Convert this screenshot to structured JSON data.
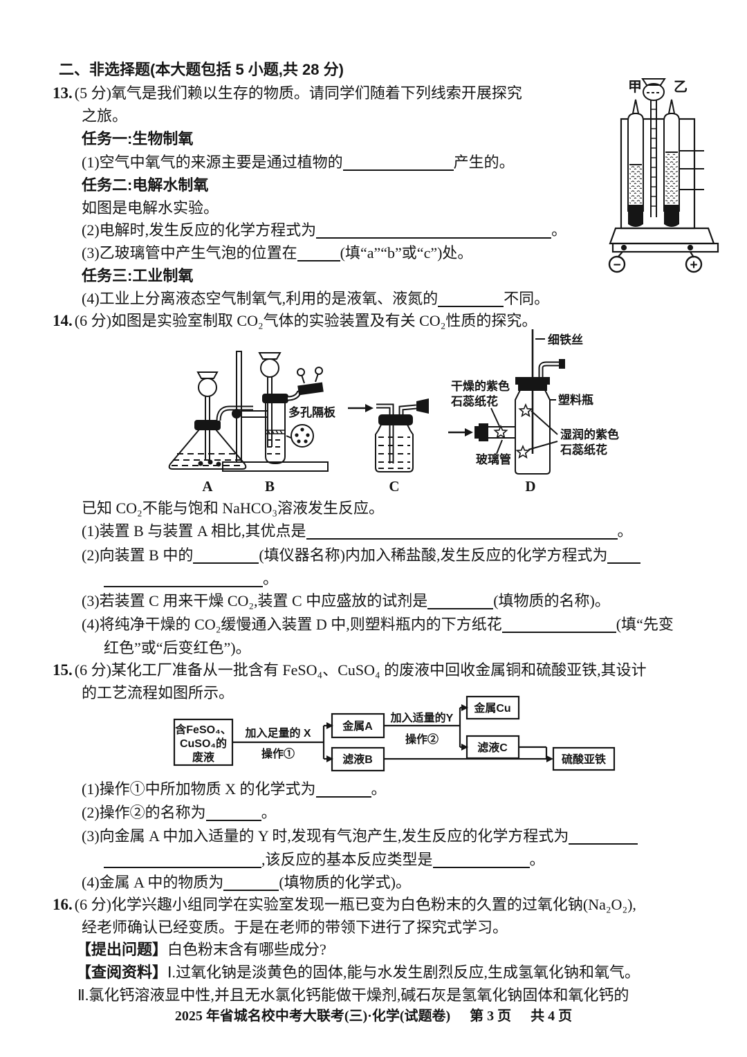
{
  "section": {
    "header": "二、非选择题(本大题包括 5 小题,共 28 分)"
  },
  "q13": {
    "num": "13.",
    "intro1": "(5 分)氧气是我们赖以生存的物质。请同学们随着下列线索开展探究",
    "intro2": "之旅。",
    "task1": "任务一:生物制氧",
    "p1_pre": "(1)空气中氧气的来源主要是通过植物的",
    "p1_post": "产生的。",
    "task2": "任务二:电解水制氧",
    "note": "如图是电解水实验。",
    "p2_pre": "(2)电解时,发生反应的化学方程式为",
    "p2_post": "。",
    "p3_pre": "(3)乙玻璃管中产生气泡的位置在",
    "p3_post": "(填“a”“b”或“c”)处。",
    "task3": "任务三:工业制氧",
    "p4_pre": "(4)工业上分离液态空气制氧气,利用的是液氧、液氮的",
    "p4_post": "不同。",
    "diagram": {
      "jia": "甲",
      "yi": "乙",
      "minus": "−",
      "plus": "+"
    }
  },
  "q14": {
    "num": "14.",
    "intro": "(6 分)如图是实验室制取 CO₂气体的实验装置及有关 CO₂性质的探究。",
    "fig": {
      "label_a": "A",
      "label_b": "B",
      "label_c": "C",
      "label_d": "D",
      "porous": "多孔隔板",
      "iron_wire": "细铁丝",
      "dry1": "干燥的紫色",
      "dry2": "石蕊纸花",
      "bottle": "塑料瓶",
      "wet1": "湿润的紫色",
      "wet2": "石蕊纸花",
      "glass": "玻璃管"
    },
    "known": "已知 CO₂不能与饱和 NaHCO₃溶液发生反应。",
    "p1_pre": "(1)装置 B 与装置 A 相比,其优点是",
    "p1_post": "。",
    "p2_pre": "(2)向装置 B 中的",
    "p2_mid": "(填仪器名称)内加入稀盐酸,发生反应的化学方程式为",
    "p2_cont_post": "。",
    "p3_pre": "(3)若装置 C 用来干燥 CO₂,装置 C 中应盛放的试剂是",
    "p3_post": "(填物质的名称)。",
    "p4_pre": "(4)将纯净干燥的 CO₂缓慢通入装置 D 中,则塑料瓶内的下方纸花",
    "p4_post": "(填“先变",
    "p4_cont": "红色”或“后变红色”)。"
  },
  "q15": {
    "num": "15.",
    "intro1": "(6 分)某化工厂准备从一批含有 FeSO₄、CuSO₄ 的废液中回收金属铜和硫酸亚铁,其设计",
    "intro2": "的工艺流程如图所示。",
    "flow": {
      "waste1": "含FeSO₄、",
      "waste2": "CuSO₄的",
      "waste3": "废液",
      "step1a": "加入足量的 X",
      "step1b": "操作①",
      "metal_a": "金属A",
      "filtrate_b": "滤液B",
      "step2a": "加入适量的Y",
      "step2b": "操作②",
      "cu": "金属Cu",
      "filtrate_c": "滤液C",
      "product": "硫酸亚铁"
    },
    "p1_pre": "(1)操作①中所加物质 X 的化学式为",
    "p1_post": "。",
    "p2_pre": "(2)操作②的名称为",
    "p2_post": "。",
    "p3_pre": "(3)向金属 A 中加入适量的 Y 时,发现有气泡产生,发生反应的化学方程式为",
    "p3_mid": ",该反应的基本反应类型是",
    "p3_post": "。",
    "p4_pre": "(4)金属 A 中的物质为",
    "p4_post": "(填物质的化学式)。"
  },
  "q16": {
    "num": "16.",
    "intro1": "(6 分)化学兴趣小组同学在实验室发现一瓶已变为白色粉末的久置的过氧化钠(Na₂O₂),",
    "intro2": "经老师确认已经变质。于是在老师的带领下进行了探究式学习。",
    "q_label": "【提出问题】",
    "q_text": "白色粉末含有哪些成分?",
    "r_label": "【查阅资料】",
    "r_text1": "Ⅰ.过氧化钠是淡黄色的固体,能与水发生剧烈反应,生成氢氧化钠和氧气。",
    "r_text2": "Ⅱ.氯化钙溶液显中性,并且无水氯化钙能做干燥剂,碱石灰是氢氧化钠固体和氧化钙的"
  },
  "footer": {
    "text": "2025 年省城名校中考大联考(三)·化学(试题卷)",
    "page": "第 3 页",
    "total": "共 4 页"
  }
}
